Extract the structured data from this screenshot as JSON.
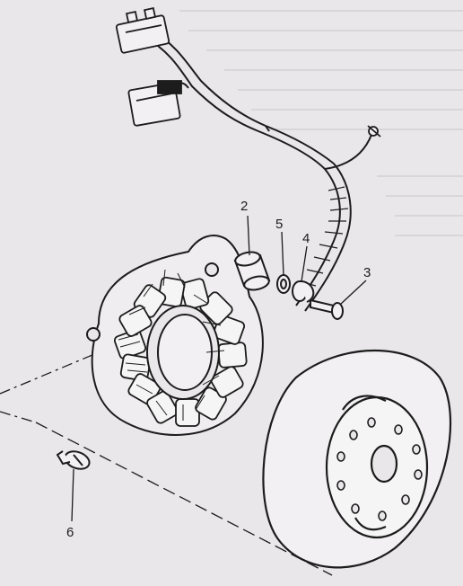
{
  "diagram": {
    "type": "exploded-parts-diagram",
    "subject": "stator-coil-and-flywheel-rotor",
    "callouts": [
      {
        "id": "c2",
        "label": "2"
      },
      {
        "id": "c5",
        "label": "5"
      },
      {
        "id": "c4",
        "label": "4"
      },
      {
        "id": "c3",
        "label": "3"
      },
      {
        "id": "c6",
        "label": "6"
      }
    ]
  },
  "colors": {
    "background": "#e9e7e9",
    "ink": "#1c1c1c",
    "paper_text_shadow": "#d6d3d7"
  }
}
